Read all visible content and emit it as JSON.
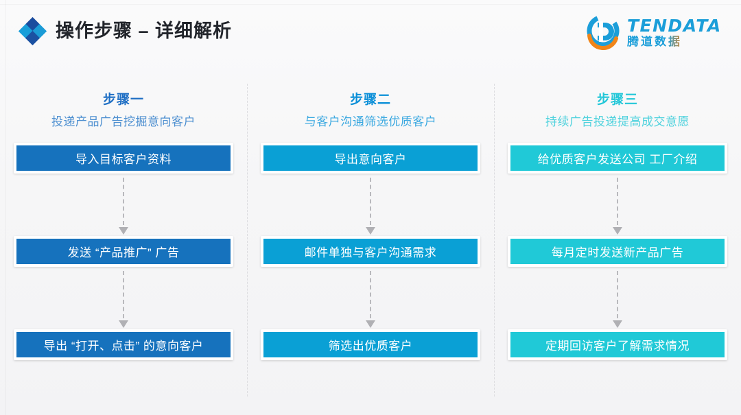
{
  "header": {
    "title": "操作步骤 – 详细解析",
    "diamond_icon": "diamond-cluster-icon",
    "logo": {
      "mark": "tendata-d-circle-logo",
      "name_en": "TENDATA",
      "name_cn": "腾道数据",
      "blue": "#1b9ed9",
      "orange": "#f08519"
    }
  },
  "columns": [
    {
      "heading": "步骤一",
      "subtitle": "投递产品广告挖掘意向客户",
      "heading_color": "#1f6fc4",
      "subtitle_color": "#4d8fd0",
      "box_color": "#1672bd",
      "steps": [
        "导入目标客户资料",
        "发送 “产品推广” 广告",
        "导出 “打开、点击” 的意向客户"
      ]
    },
    {
      "heading": "步骤二",
      "subtitle": "与客户沟通筛选优质客户",
      "heading_color": "#0b8fd8",
      "subtitle_color": "#3aa8e0",
      "box_color": "#0aa0d5",
      "steps": [
        "导出意向客户",
        "邮件单独与客户沟通需求",
        "筛选出优质客户"
      ]
    },
    {
      "heading": "步骤三",
      "subtitle": "持续广告投递提高成交意愿",
      "heading_color": "#22c7d8",
      "subtitle_color": "#4fd2dd",
      "box_color": "#20c9d7",
      "steps": [
        "给优质客户发送公司 工厂介绍",
        "每月定时发送新产品广告",
        "定期回访客户了解需求情况"
      ]
    }
  ],
  "connector": {
    "icon": "dashed-down-arrow-icon",
    "color": "#b5b5b9"
  },
  "background_color": "#f7f7f8"
}
